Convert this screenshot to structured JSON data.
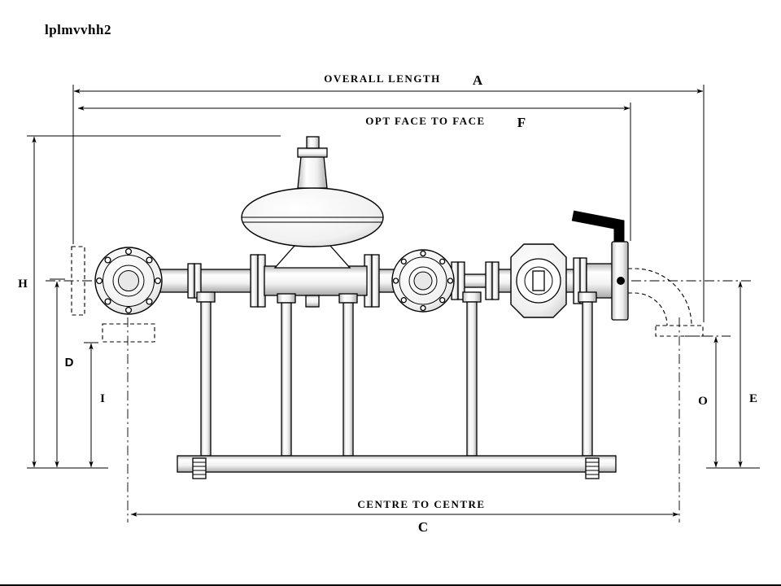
{
  "title": "lplmvvhh2",
  "colors": {
    "line": "#000000",
    "background": "#ffffff"
  },
  "dimensions": {
    "a": {
      "text": "OVERALL LENGTH",
      "label": "A"
    },
    "f": {
      "text": "OPT FACE TO FACE",
      "label": "F"
    },
    "c": {
      "text": "CENTRE TO CENTRE",
      "label": "C"
    },
    "h": {
      "label": "H"
    },
    "d": {
      "label": "D"
    },
    "i": {
      "label": "I"
    },
    "o": {
      "label": "O"
    },
    "e": {
      "label": "E"
    }
  }
}
